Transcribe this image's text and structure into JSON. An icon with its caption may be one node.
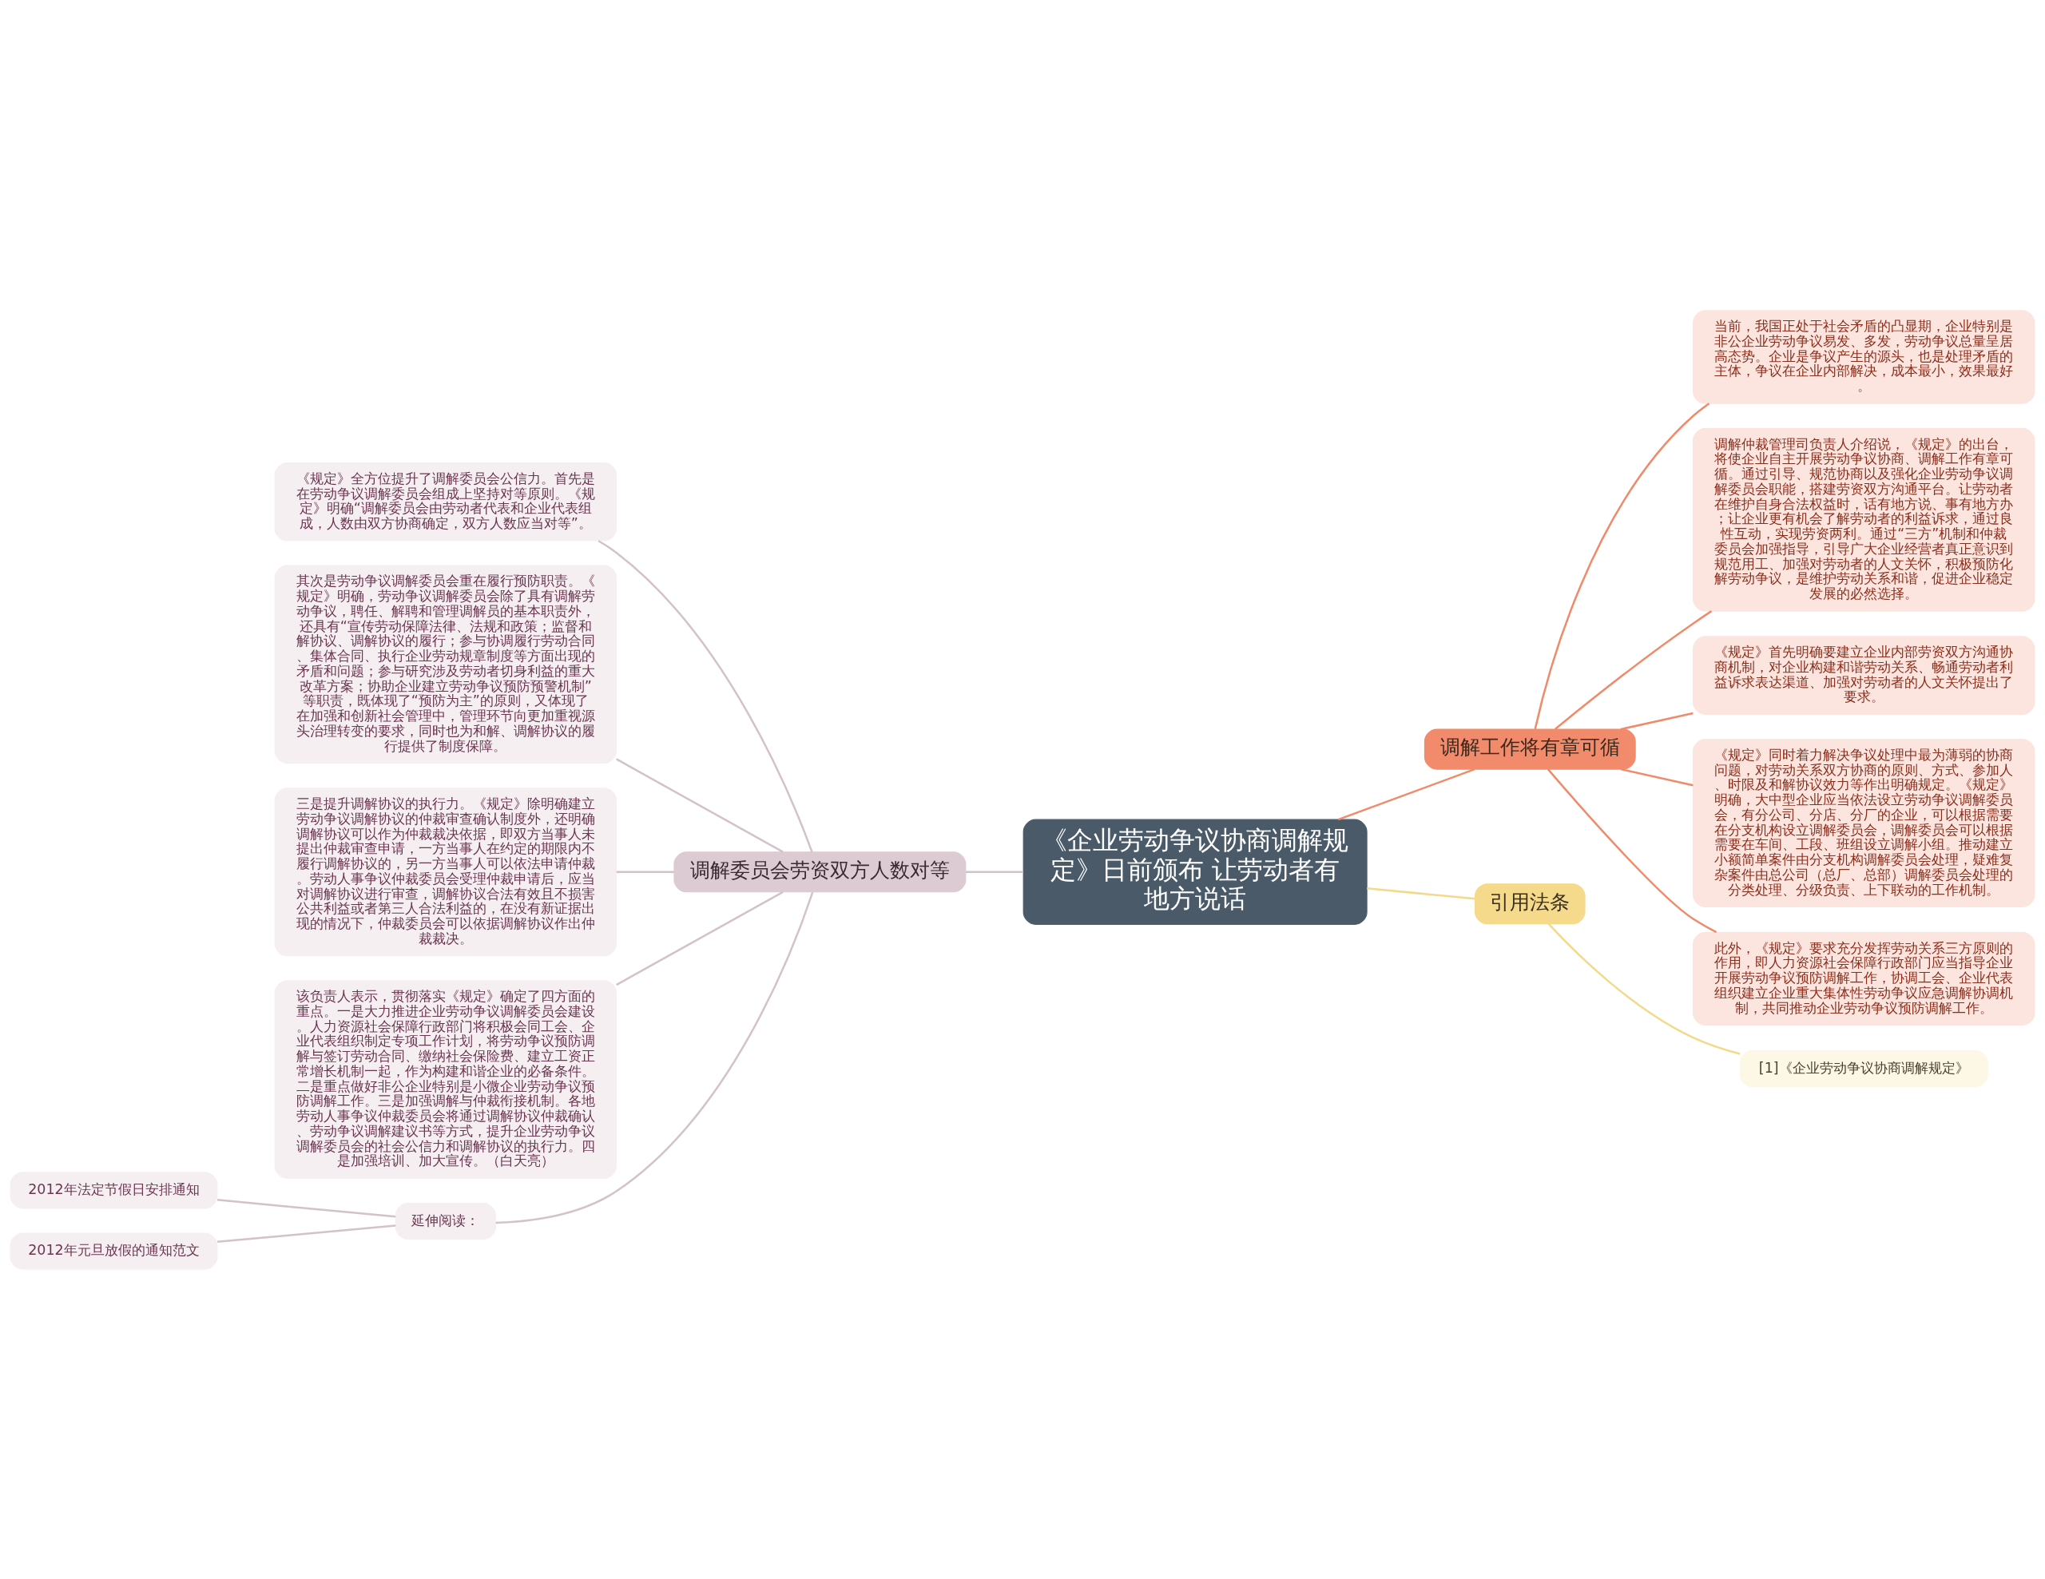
{
  "diagram": {
    "nodes": [
      {
        "text": [
          "《企业劳动争议协商调解规定》日前颁布 让劳动者有地方说话"
        ]
      },
      {
        "text": [
          "调解工作将有章可循"
        ]
      },
      {
        "text": [
          "当前，我国正处于社会矛盾的凸显期，企业特别是非公企业劳动争议易发、多发，劳动争议总量呈居高态势。企业是争议产生的源头，也是处理矛盾的主体，争议在企业内部解决，成本最小，效果最好。"
        ]
      },
      {
        "text": [
          "调解仲裁管理司负责人介绍说，《规定》的出台，将使企业自主开展劳动争议协商、调解工作有章可循。通过引导、规范协商以及强化企业劳动争议调解委员会职能，搭建劳资双方沟通平台。让劳动者在维护自身合法权益时，话有地方说、事有地方办；让企业更有机会了解劳动者的利益诉求，通过良性互动，实现劳资两利。通过“三方”机制和仲裁委员会加强指导，引导广大企业经营者真正意识到规范用工、加强对劳动者的人文关怀，积极预防化解劳动争议，是维护劳动关系和谐，促进企业稳定发展的必然选择。"
        ]
      },
      {
        "text": [
          "《规定》首先明确要建立企业内部劳资双方沟通协商机制，对企业构建和谐劳动关系、畅通劳动者利益诉求表达渠道、加强对劳动者的人文关怀提出了要求。"
        ]
      },
      {
        "text": [
          "《规定》同时着力解决争议处理中最为薄弱的协商问题，对劳动关系双方协商的原则、方式、参加人、时限及和解协议效力等作出明确规定。《规定》明确，大中型企业应当依法设立劳动争议调解委员会，有分公司、分店、分厂的企业，可以根据需要在分支机构设立调解委员会，调解委员会可以根据需要在车间、工段、班组设立调解小组。推动建立小额简单案件由分支机构调解委员会处理，疑难复杂案件由总公司（总厂、总部）调解委员会处理的分类处理、分级负责、上下联动的工作机制。"
        ]
      },
      {
        "text": [
          "此外，《规定》要求充分发挥劳动关系三方原则的作用，即人力资源社会保障行政部门应当指导企业开展劳动争议预防调解工作，协调工会、企业代表组织建立企业重大集体性劳动争议应急调解协调机制，共同推动企业劳动争议预防调解工作。"
        ]
      },
      {
        "text": [
          "引用法条"
        ]
      },
      {
        "text": [
          "[1]《企业劳动争议协商调解规定》"
        ]
      },
      {
        "text": [
          "调解委员会劳资双方人数对等"
        ]
      },
      {
        "text": [
          "《规定》全方位提升了调解委员会公信力。首先是在劳动争议调解委员会组成上坚持对等原则。《规定》明确“调解委员会由劳动者代表和企业代表组成，人数由双方协商确定，双方人数应当对等”。"
        ]
      },
      {
        "text": [
          "其次是劳动争议调解委员会重在履行预防职责。《规定》明确，劳动争议调解委员会除了具有调解劳动争议，聘任、解聘和管理调解员的基本职责外，还具有“宣传劳动保障法律、法规和政策；监督和解协议、调解协议的履行；参与协调履行劳动合同、集体合同、执行企业劳动规章制度等方面出现的矛盾和问题；参与研究涉及劳动者切身利益的重大改革方案；协助企业建立劳动争议预防预警机制”等职责，既体现了“预防为主”的原则，又体现了在加强和创新社会管理中，管理环节向更加重视源头治理转变的要求，同时也为和解、调解协议的履行提供了制度保障。"
        ]
      },
      {
        "text": [
          "三是提升调解协议的执行力。《规定》除明确建立劳动争议调解协议的仲裁审查确认制度外，还明确调解协议可以作为仲裁裁决依据，即双方当事人未提出仲裁审查申请，一方当事人在约定的期限内不履行调解协议的，另一方当事人可以依法申请仲裁。劳动人事争议仲裁委员会受理仲裁申请后，应当对调解协议进行审查，调解协议合法有效且不损害公共利益或者第三人合法利益的，在没有新证据出现的情况下，仲裁委员会可以依据调解协议作出仲裁裁决。"
        ]
      },
      {
        "text": [
          "该负责人表示，贯彻落实《规定》确定了四方面的重点。一是大力推进企业劳动争议调解委员会建设。人力资源社会保障行政部门将积极会同工会、企业代表组织制定专项工作计划，将劳动争议预防调解与签订劳动合同、缴纳社会保险费、建立工资正常增长机制一起，作为构建和谐企业的必备条件。二是重点做好非公企业特别是小微企业劳动争议预防调解工作。三是加强调解与仲裁衔接机制。各地劳动人事争议仲裁委员会将通过调解协议仲裁确认、劳动争议调解建议书等方式，提升企业劳动争议调解委员会的社会公信力和调解协议的执行力。四是加强培训、加大宣传。（白天亮）"
        ]
      },
      {
        "text": [
          "延伸阅读："
        ]
      },
      {
        "text": [
          "2012年法定节假日安排通知"
        ]
      },
      {
        "text": [
          "2012年元旦放假的通知范文"
        ]
      }
    ],
    "edges": [
      {
        "from": 0,
        "to": 1,
        "arrow": "none",
        "color": "#ef8a6a"
      },
      {
        "from": 1,
        "to": 2,
        "arrow": "none",
        "color": "#ef8a6a"
      },
      {
        "from": 1,
        "to": 3,
        "arrow": "none",
        "color": "#ef8a6a"
      },
      {
        "from": 1,
        "to": 4,
        "arrow": "none",
        "color": "#ef8a6a"
      },
      {
        "from": 1,
        "to": 5,
        "arrow": "none",
        "color": "#ef8a6a"
      },
      {
        "from": 1,
        "to": 6,
        "arrow": "none",
        "color": "#ef8a6a"
      },
      {
        "from": 0,
        "to": 7,
        "arrow": "none",
        "color": "#f3d98a"
      },
      {
        "from": 7,
        "to": 8,
        "arrow": "none",
        "color": "#f3d98a"
      },
      {
        "from": 0,
        "to": 9,
        "arrow": "none",
        "color": "#d3c2c9"
      },
      {
        "from": 9,
        "to": 10,
        "arrow": "none",
        "color": "#d3c2c9"
      },
      {
        "from": 9,
        "to": 11,
        "arrow": "none",
        "color": "#d3c2c9"
      },
      {
        "from": 9,
        "to": 12,
        "arrow": "none",
        "color": "#d3c2c9"
      },
      {
        "from": 9,
        "to": 13,
        "arrow": "none",
        "color": "#d3c2c9"
      },
      {
        "from": 9,
        "to": 14,
        "arrow": "none",
        "color": "#d3c2c9"
      },
      {
        "from": 14,
        "to": 15,
        "arrow": "none",
        "color": "#d3c2c9"
      },
      {
        "from": 14,
        "to": 16,
        "arrow": "none",
        "color": "#d3c2c9"
      }
    ]
  }
}
